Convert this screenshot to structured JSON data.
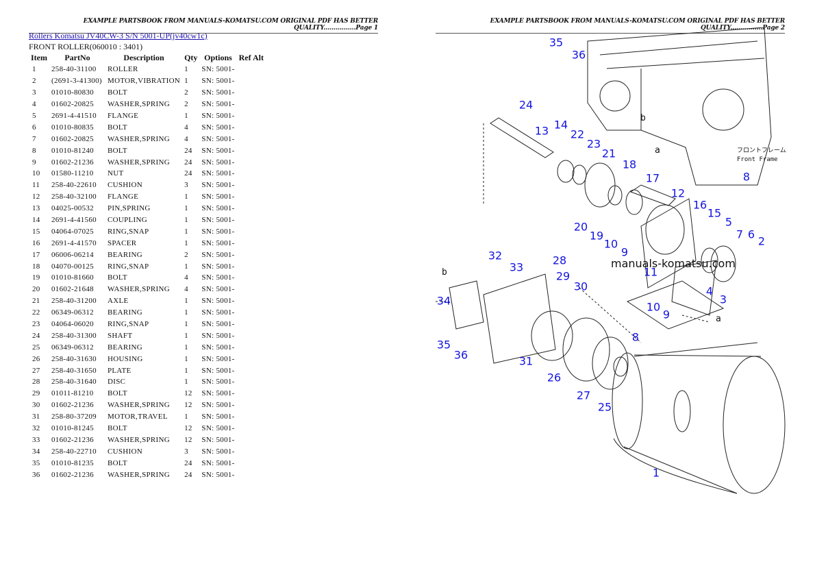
{
  "page1": {
    "header": "EXAMPLE PARTSBOOK FROM MANUALS-KOMATSU.COM ORIGINAL PDF HAS BETTER QUALITY................Page 1",
    "title_link": "Rollers Komatsu JV40CW-3 S/N 5001-UP(jv40cw1c)",
    "subtitle": "FRONT ROLLER(060010 : 3401)",
    "columns": [
      "Item",
      "PartNo",
      "Description",
      "Qty",
      "Options",
      "Ref Alt"
    ],
    "rows": [
      [
        "1",
        "258-40-31100",
        "ROLLER",
        "1",
        "SN: 5001-"
      ],
      [
        "2",
        "(2691-3-41300)",
        "MOTOR,VIBRATION",
        "1",
        "SN: 5001-"
      ],
      [
        "3",
        "01010-80830",
        "BOLT",
        "2",
        "SN: 5001-"
      ],
      [
        "4",
        "01602-20825",
        "WASHER,SPRING",
        "2",
        "SN: 5001-"
      ],
      [
        "5",
        "2691-4-41510",
        "FLANGE",
        "1",
        "SN: 5001-"
      ],
      [
        "6",
        "01010-80835",
        "BOLT",
        "4",
        "SN: 5001-"
      ],
      [
        "7",
        "01602-20825",
        "WASHER,SPRING",
        "4",
        "SN: 5001-"
      ],
      [
        "8",
        "01010-81240",
        "BOLT",
        "24",
        "SN: 5001-"
      ],
      [
        "9",
        "01602-21236",
        "WASHER,SPRING",
        "24",
        "SN: 5001-"
      ],
      [
        "10",
        "01580-11210",
        "NUT",
        "24",
        "SN: 5001-"
      ],
      [
        "11",
        "258-40-22610",
        "CUSHION",
        "3",
        "SN: 5001-"
      ],
      [
        "12",
        "258-40-32100",
        "FLANGE",
        "1",
        "SN: 5001-"
      ],
      [
        "13",
        "04025-00532",
        "PIN,SPRING",
        "1",
        "SN: 5001-"
      ],
      [
        "14",
        "2691-4-41560",
        "COUPLING",
        "1",
        "SN: 5001-"
      ],
      [
        "15",
        "04064-07025",
        "RING,SNAP",
        "1",
        "SN: 5001-"
      ],
      [
        "16",
        "2691-4-41570",
        "SPACER",
        "1",
        "SN: 5001-"
      ],
      [
        "17",
        "06006-06214",
        "BEARING",
        "2",
        "SN: 5001-"
      ],
      [
        "18",
        "04070-00125",
        "RING,SNAP",
        "1",
        "SN: 5001-"
      ],
      [
        "19",
        "01010-81660",
        "BOLT",
        "4",
        "SN: 5001-"
      ],
      [
        "20",
        "01602-21648",
        "WASHER,SPRING",
        "4",
        "SN: 5001-"
      ],
      [
        "21",
        "258-40-31200",
        "AXLE",
        "1",
        "SN: 5001-"
      ],
      [
        "22",
        "06349-06312",
        "BEARING",
        "1",
        "SN: 5001-"
      ],
      [
        "23",
        "04064-06020",
        "RING,SNAP",
        "1",
        "SN: 5001-"
      ],
      [
        "24",
        "258-40-31300",
        "SHAFT",
        "1",
        "SN: 5001-"
      ],
      [
        "25",
        "06349-06312",
        "BEARING",
        "1",
        "SN: 5001-"
      ],
      [
        "26",
        "258-40-31630",
        "HOUSING",
        "1",
        "SN: 5001-"
      ],
      [
        "27",
        "258-40-31650",
        "PLATE",
        "1",
        "SN: 5001-"
      ],
      [
        "28",
        "258-40-31640",
        "DISC",
        "1",
        "SN: 5001-"
      ],
      [
        "29",
        "01011-81210",
        "BOLT",
        "12",
        "SN: 5001-"
      ],
      [
        "30",
        "01602-21236",
        "WASHER,SPRING",
        "12",
        "SN: 5001-"
      ],
      [
        "31",
        "258-80-37209",
        "MOTOR,TRAVEL",
        "1",
        "SN: 5001-"
      ],
      [
        "32",
        "01010-81245",
        "BOLT",
        "12",
        "SN: 5001-"
      ],
      [
        "33",
        "01602-21236",
        "WASHER,SPRING",
        "12",
        "SN: 5001-"
      ],
      [
        "34",
        "258-40-22710",
        "CUSHION",
        "3",
        "SN: 5001-"
      ],
      [
        "35",
        "01010-81235",
        "BOLT",
        "24",
        "SN: 5001-"
      ],
      [
        "36",
        "01602-21236",
        "WASHER,SPRING",
        "24",
        "SN: 5001-"
      ]
    ]
  },
  "page2": {
    "header": "EXAMPLE PARTSBOOK FROM MANUALS-KOMATSU.COM ORIGINAL PDF HAS BETTER QUALITY................Page 2",
    "watermark": "manuals-komatsu.com",
    "front_frame_jp": "フロントフレーム",
    "front_frame_en": "Front Frame",
    "arrow_labels": [
      "a",
      "a",
      "b",
      "b"
    ],
    "callouts": [
      "35",
      "36",
      "24",
      "13",
      "14",
      "22",
      "23",
      "21",
      "18",
      "17",
      "12",
      "16",
      "15",
      "5",
      "7",
      "6",
      "2",
      "8",
      "20",
      "19",
      "10",
      "9",
      "11",
      "4",
      "3",
      "32",
      "33",
      "28",
      "29",
      "30",
      "34",
      "35",
      "36",
      "10",
      "9",
      "8",
      "31",
      "26",
      "27",
      "25",
      "1"
    ],
    "callout_color": "#1414e0"
  }
}
